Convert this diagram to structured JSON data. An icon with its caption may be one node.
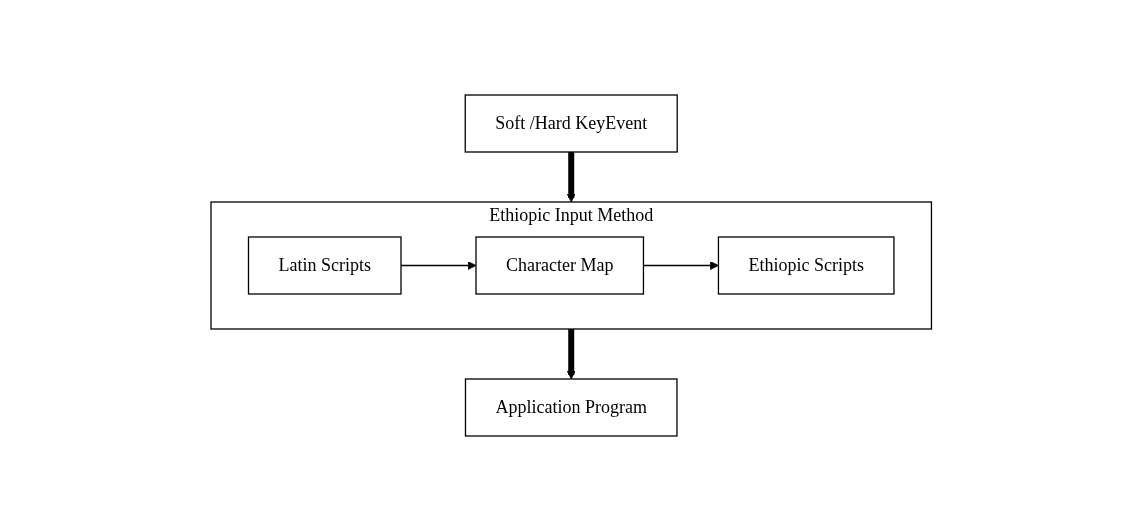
{
  "diagram": {
    "nodes": [
      {
        "text": [
          "Soft /Hard KeyEvent"
        ]
      },
      {
        "text": [
          "Ethiopic Input Method"
        ]
      },
      {
        "text": [
          "Latin Scripts"
        ],
        "in": 1
      },
      {
        "text": [
          "Ethiopic Scripts"
        ],
        "in": 1
      },
      {
        "text": [
          "Character Map"
        ],
        "in": 1
      },
      {
        "text": [
          "Application Program"
        ]
      }
    ],
    "edges": [
      {
        "from": 0,
        "to": 1,
        "arrow": "to",
        "style": "thick"
      },
      {
        "from": 2,
        "to": 4,
        "arrow": "to"
      },
      {
        "from": 4,
        "to": 3,
        "arrow": "to"
      },
      {
        "from": 1,
        "to": 5,
        "arrow": "to",
        "style": "thick"
      }
    ]
  }
}
